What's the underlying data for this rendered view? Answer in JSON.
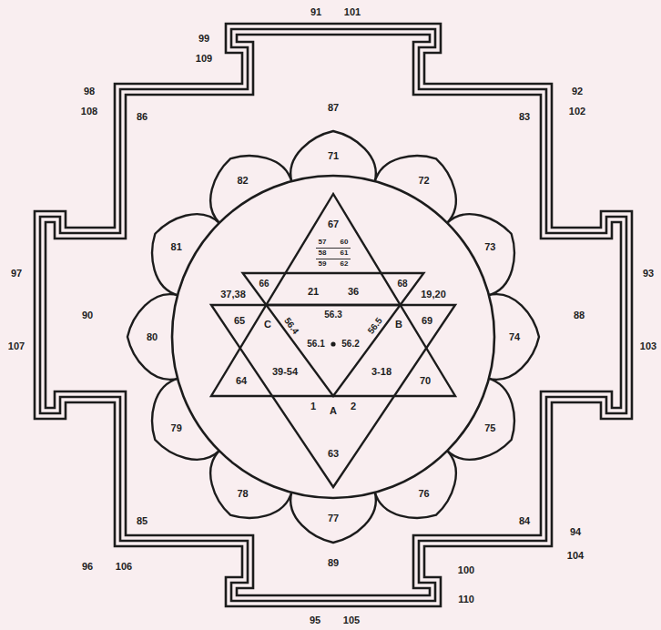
{
  "diagram": {
    "labels": [
      "91",
      "101",
      "99",
      "109",
      "87",
      "98",
      "108",
      "86",
      "92",
      "102",
      "83",
      "71",
      "82",
      "72",
      "67",
      "57",
      "60",
      "58",
      "61",
      "59",
      "62",
      "81",
      "73",
      "66",
      "68",
      "21",
      "36",
      "37,38",
      "19,20",
      "56.3",
      "C",
      "B",
      "65",
      "69",
      "56.4",
      "56.5",
      "97",
      "107",
      "90",
      "80",
      "56.1",
      "56.2",
      "74",
      "88",
      "93",
      "103",
      "39-54",
      "3-18",
      "64",
      "70",
      "1",
      "2",
      "A",
      "79",
      "75",
      "63",
      "78",
      "76",
      "77",
      "85",
      "84",
      "94",
      "104",
      "96",
      "106",
      "89",
      "100",
      "110",
      "95",
      "105"
    ]
  }
}
